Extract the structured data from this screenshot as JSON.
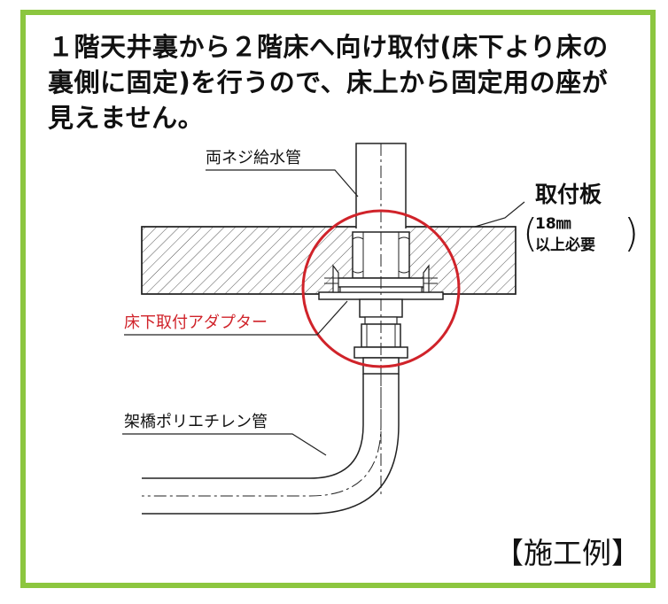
{
  "heading": {
    "line1": "１階天井裏から２階床へ向け取付(床下より床の",
    "line2": "裏側に固定)を行うので、床上から固定用の座が",
    "line3": "見えません。"
  },
  "labels": {
    "supply_pipe": "両ネジ給水管",
    "board_title": "取付板",
    "board_note_line1": "18㎜",
    "board_note_line2": "以上必要",
    "adapter": "床下取付アダプター",
    "crosslinked_pipe": "架橋ポリエチレン管",
    "example_tag": "【施工例】"
  },
  "colors": {
    "border": "#8cc63f",
    "accent_red": "#d0232a",
    "line": "#222222"
  }
}
